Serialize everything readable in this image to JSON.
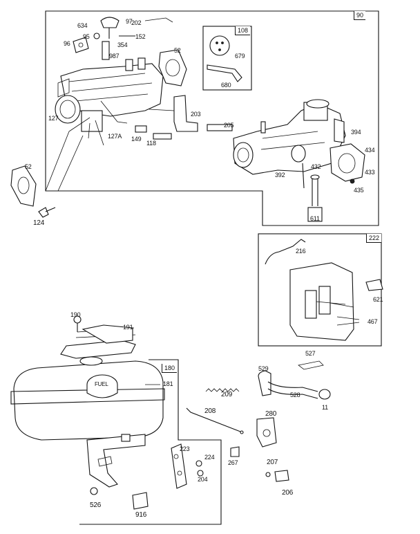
{
  "diagram": {
    "box_labels": {
      "carb_box": "90",
      "kit_box": "108",
      "panel_box": "222",
      "tank_box": "180"
    },
    "part_labels": [
      "634",
      "97",
      "202",
      "95",
      "152",
      "96",
      "354",
      "987",
      "52",
      "127",
      "127A",
      "149",
      "118",
      "203",
      "205",
      "394",
      "434",
      "392",
      "432",
      "433",
      "435",
      "611",
      "679",
      "680",
      "52",
      "124",
      "216",
      "621",
      "467",
      "527",
      "190",
      "191",
      "181",
      "529",
      "528",
      "11",
      "209",
      "208",
      "280",
      "223",
      "224",
      "204",
      "267",
      "207",
      "206",
      "526",
      "916"
    ],
    "fuel_cap_text": "FUEL"
  }
}
